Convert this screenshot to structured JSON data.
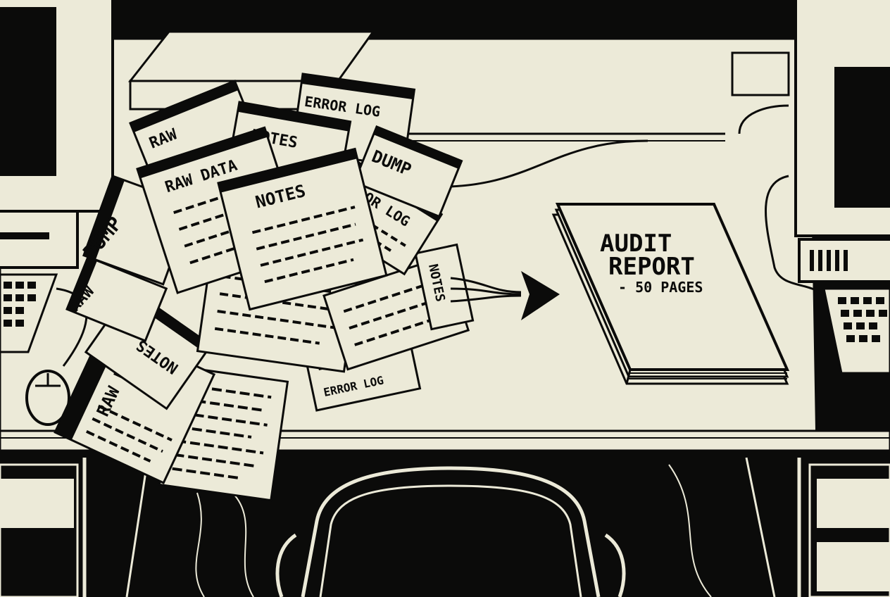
{
  "colors": {
    "paper": "#ecead8",
    "ink": "#0b0b0a"
  },
  "documents": {
    "raw_top": "RAW",
    "error_log_top": "ERROR LOG",
    "notes_top": "NOTES",
    "dump_top": "DUMP",
    "raw_data_main": "RAW DATA",
    "error_log_mid": "ERROR LOG",
    "notes_main": "NOTES",
    "dump_left": "DUMP",
    "raw_left": "RAW",
    "notes_side": "NOTES",
    "notes_bottom": "NOTES",
    "raw_data_bottom": "RAW DATA",
    "error_log_bottom": "ERROR LOG"
  },
  "report": {
    "title_line1": "AUDIT",
    "title_line2": "REPORT",
    "subtitle": "- 50 PAGES"
  },
  "icons": {
    "arrow": "arrow-right-icon",
    "mouse": "mouse-icon",
    "keyboard": "keyboard-icon",
    "monitor": "monitor-icon",
    "chair": "office-chair-icon"
  }
}
